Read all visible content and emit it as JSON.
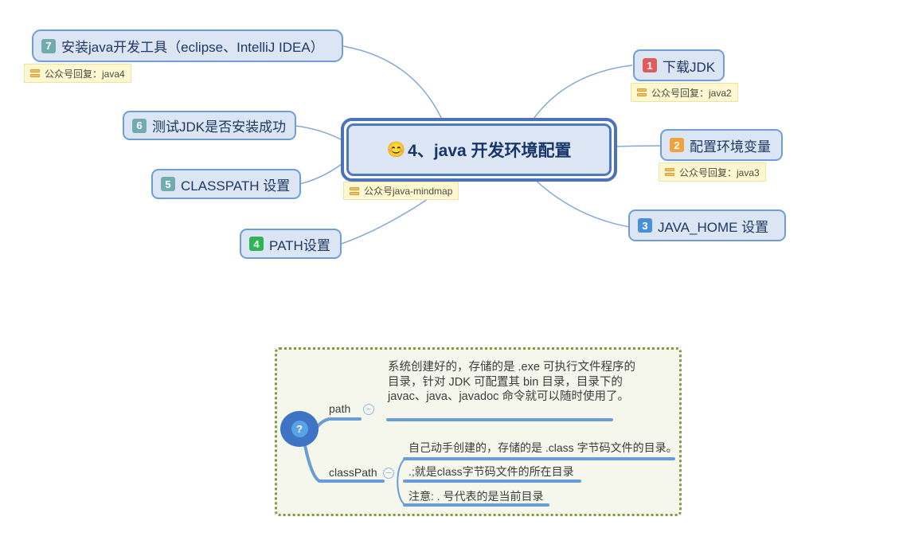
{
  "central": {
    "emoji": "😊",
    "label": "4、java 开发环境配置",
    "note": "公众号java-mindmap"
  },
  "branches": [
    {
      "num": "1",
      "label": "下载JDK",
      "note": "公众号回复：java2",
      "badge_color": "#e05c5c"
    },
    {
      "num": "2",
      "label": "配置环境变量",
      "note": "公众号回复：java3",
      "badge_color": "#f0a23c"
    },
    {
      "num": "3",
      "label": "JAVA_HOME 设置",
      "badge_color": "#4a90d9"
    },
    {
      "num": "4",
      "label": "PATH设置",
      "badge_color": "#2eb553"
    },
    {
      "num": "5",
      "label": "CLASSPATH 设置",
      "badge_color": "#72abad"
    },
    {
      "num": "6",
      "label": "测试JDK是否安装成功",
      "badge_color": "#72abad"
    },
    {
      "num": "7",
      "label": "安装java开发工具（eclipse、IntelliJ IDEA）",
      "note": "公众号回复：java4",
      "badge_color": "#72abad"
    }
  ],
  "detail_box": {
    "root_icon": "?",
    "path": {
      "label": "path",
      "collapse_icon": "−",
      "text": "系统创建好的，存储的是 .exe 可执行文件程序的目录，针对 JDK 可配置其 bin 目录，目录下的 javac、java、javadoc 命令就可以随时使用了。"
    },
    "classpath": {
      "label": "classPath",
      "collapse_icon": "−",
      "items": [
        "自己动手创建的，存储的是 .class 字节码文件的目录。",
        ".;就是class字节码文件的所在目录",
        "注意: . 号代表的是当前目录"
      ]
    }
  },
  "colors": {
    "node_fill": "#dbe5f3",
    "node_border": "#6f9ed7",
    "node_text": "#1f3864",
    "connector": "#82a8da",
    "underline": "#6b9cd3",
    "note_fill": "#fdf8d2",
    "detail_border": "#7d9c42",
    "detail_fill": "#f5f7ec",
    "root_fill": "#3f73c4"
  }
}
